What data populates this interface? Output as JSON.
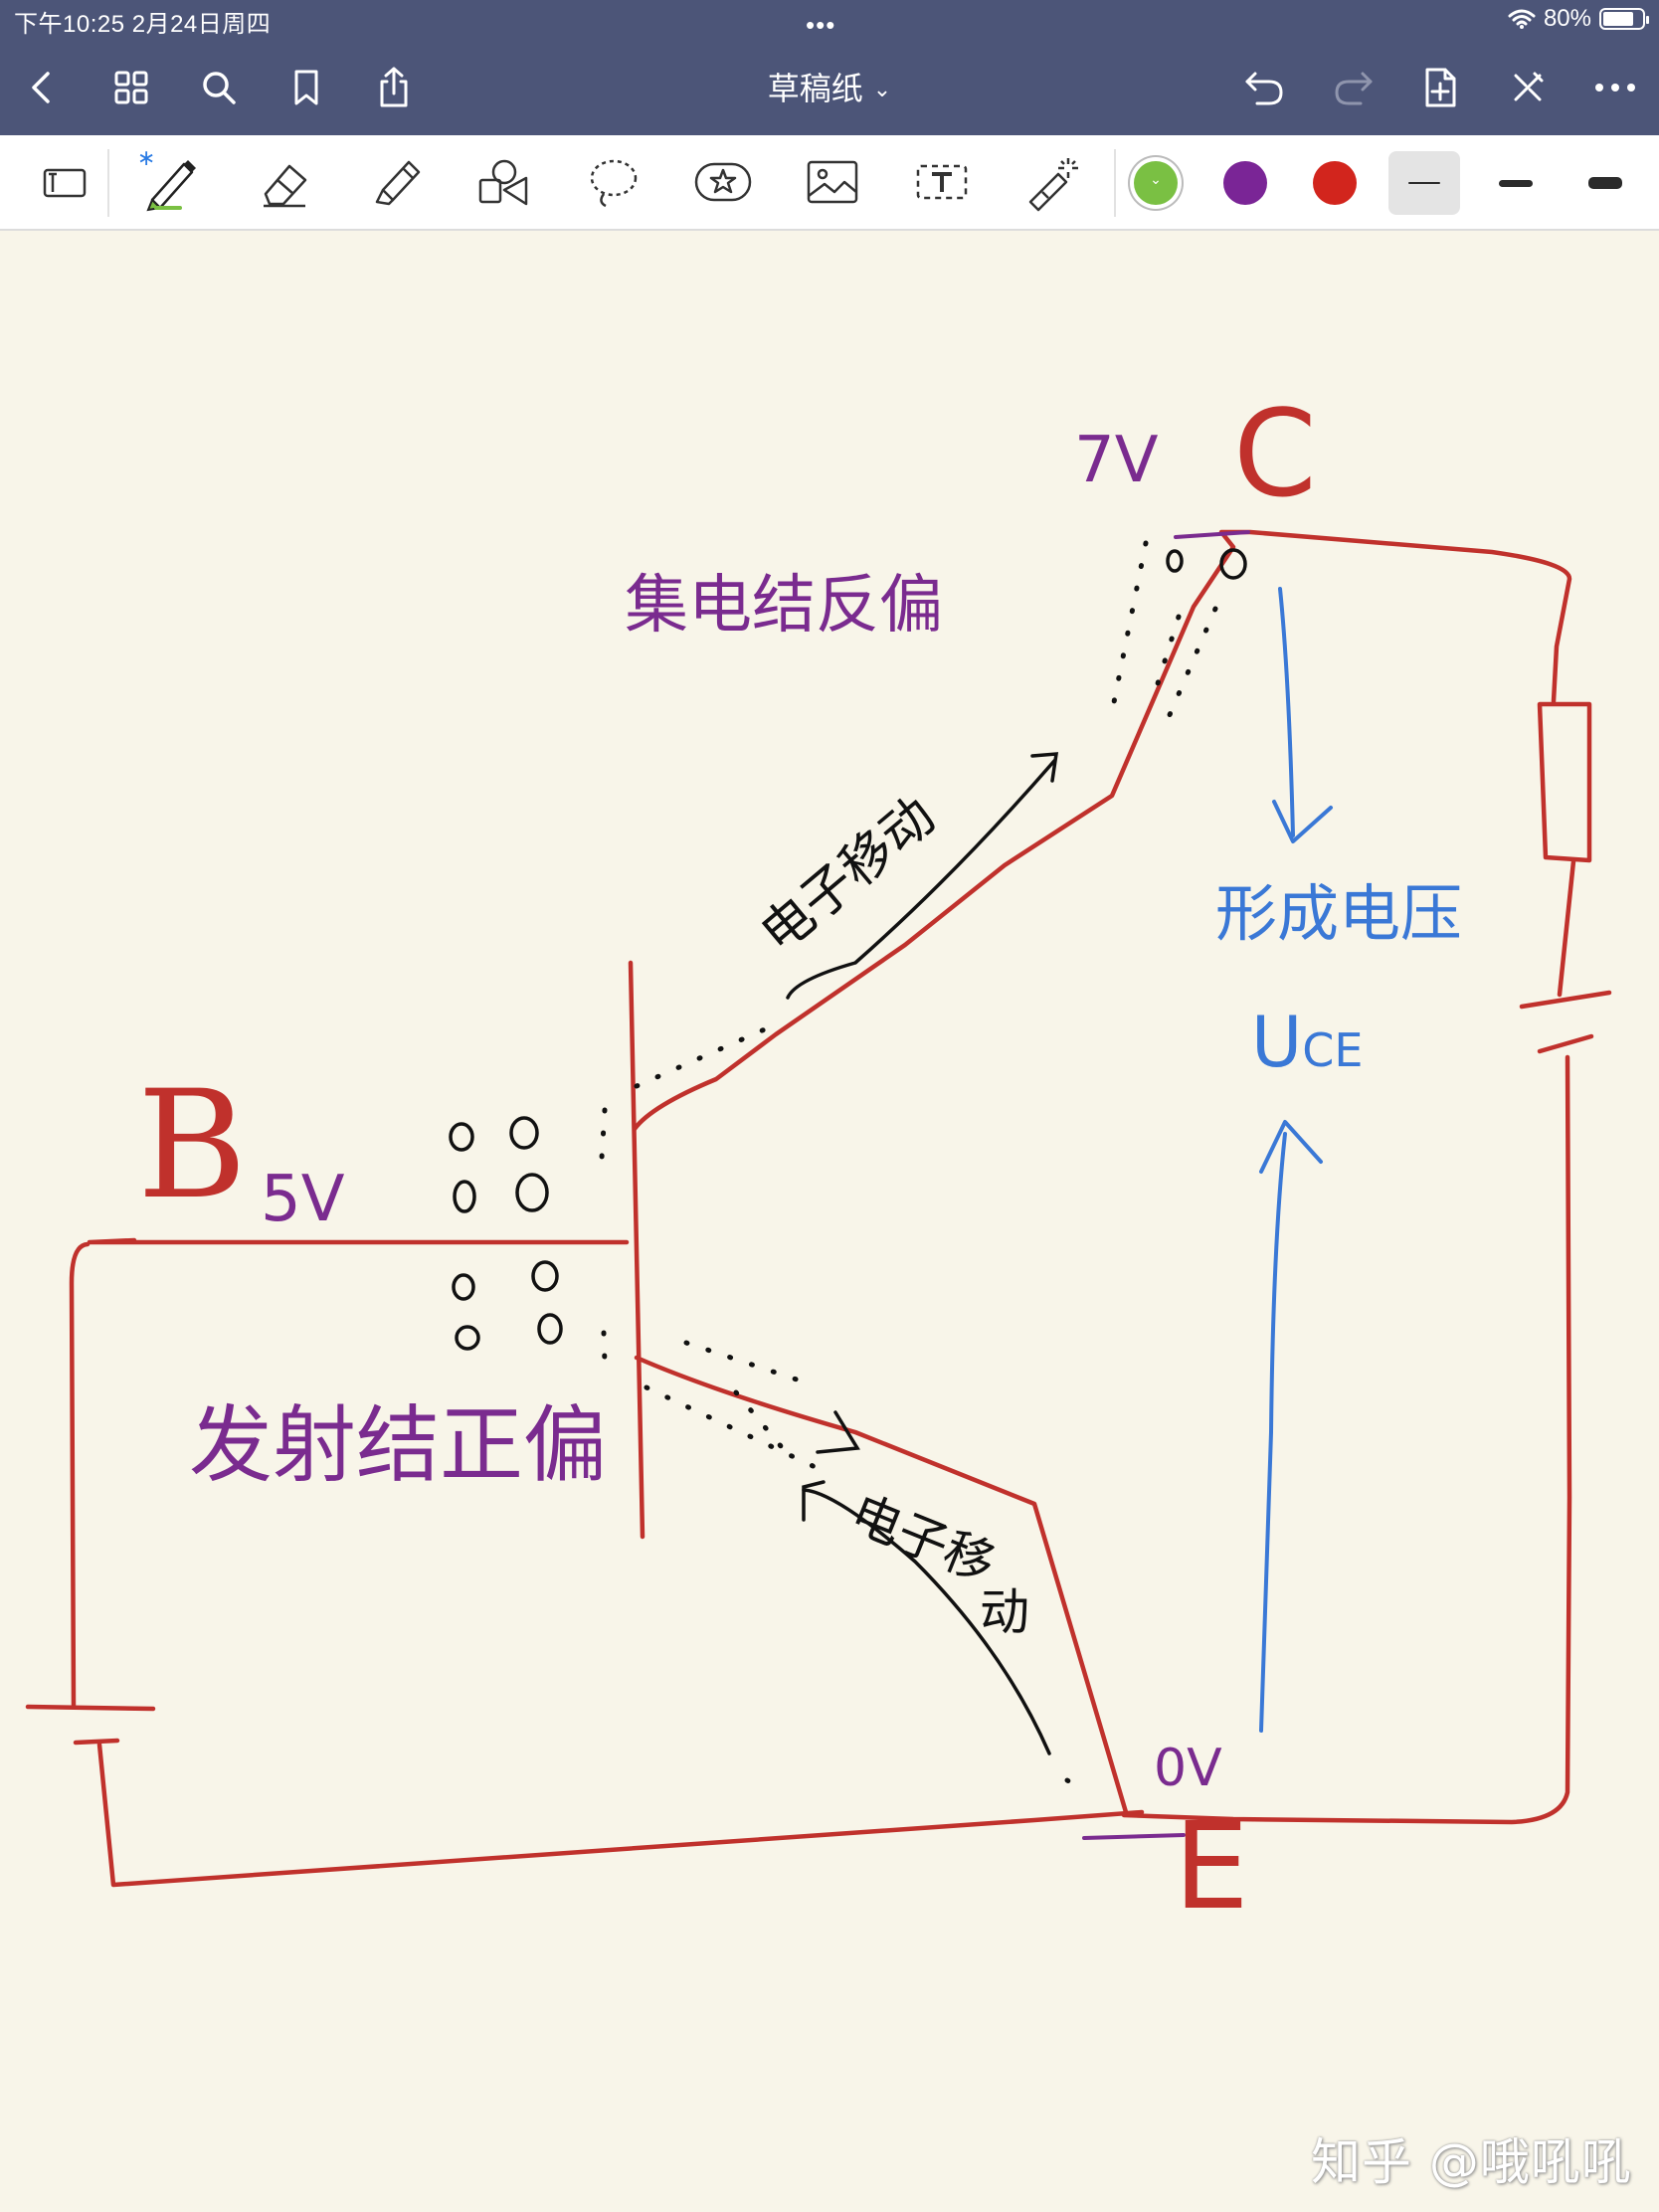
{
  "status_bar": {
    "time_date": "下午10:25   2月24日周四",
    "battery": "80%",
    "battery_level": 0.8,
    "dots": "•••"
  },
  "nav": {
    "title": "草稿纸",
    "icons": [
      "chevron-left-icon",
      "grid-icon",
      "search-icon",
      "bookmark-icon",
      "share-icon",
      "undo-icon",
      "redo-icon",
      "add-page-icon",
      "close-icon",
      "more-icon"
    ]
  },
  "toolbar": {
    "tools": [
      "page-layout-icon",
      "pen-icon",
      "eraser-icon",
      "highlighter-icon",
      "shapes-icon",
      "lasso-icon",
      "sticker-icon",
      "image-icon",
      "text-icon",
      "laser-pointer-icon"
    ],
    "selected_tool": "pen",
    "bluetooth_glyph": "∗",
    "colors": [
      {
        "name": "green",
        "hex": "#7ac043",
        "selected": true
      },
      {
        "name": "purple",
        "hex": "#7a2596",
        "selected": false
      },
      {
        "name": "red",
        "hex": "#d2251d",
        "selected": false
      }
    ],
    "thickness": [
      "thin",
      "medium",
      "thick"
    ],
    "selected_thickness": "thin"
  },
  "note": {
    "colors": {
      "circuit": "#c0312c",
      "annotation": "#7a2b8f",
      "electron": "#111111",
      "voltage": "#3a78d6"
    },
    "labels": {
      "collector": "C",
      "collector_voltage": "7V",
      "collector_bias": "集电结反偏",
      "electron_move_upper": "电子移动",
      "form_voltage": "形成电压",
      "uce_main": "U",
      "uce_sub": "CE",
      "base": "B",
      "base_voltage": "5V",
      "emitter_bias": "发射结正偏",
      "electron_move_lower_1": "电子移",
      "electron_move_lower_2": "动",
      "emitter_voltage": "0V",
      "emitter": "E"
    }
  },
  "watermark": "知乎 @哦吼吼"
}
